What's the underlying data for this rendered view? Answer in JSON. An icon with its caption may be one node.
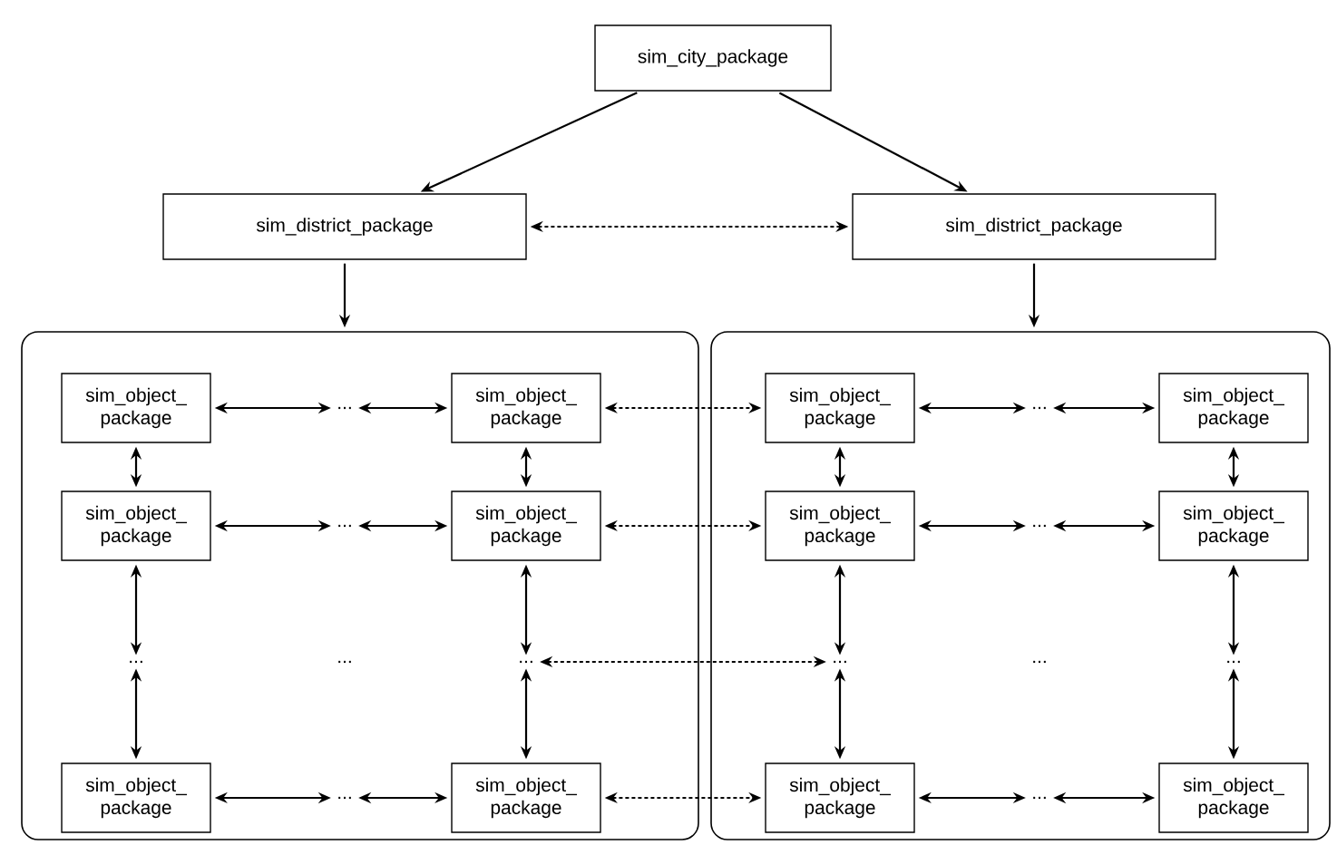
{
  "diagram": {
    "nodes": [
      {
        "text": [
          "sim_city_package"
        ]
      },
      {
        "text": [
          "sim_district_package"
        ]
      },
      {
        "text": [
          "sim_district_package"
        ]
      },
      {
        "text": [],
        "shape": "box"
      },
      {
        "text": [
          "sim_object_ package"
        ],
        "in": 3
      },
      {
        "text": [
          "..."
        ],
        "in": 3
      },
      {
        "text": [
          "sim_object_ package"
        ],
        "in": 3
      },
      {
        "text": [
          "sim_object_ package"
        ],
        "in": 3
      },
      {
        "text": [
          "..."
        ],
        "in": 3
      },
      {
        "text": [
          "sim_object_ package"
        ],
        "in": 3
      },
      {
        "text": [
          "..."
        ],
        "in": 3
      },
      {
        "text": [
          "..."
        ],
        "in": 3
      },
      {
        "text": [
          "sim_object_ package"
        ],
        "in": 3
      },
      {
        "text": [
          "..."
        ],
        "in": 3
      },
      {
        "text": [
          "sim_object_ package"
        ],
        "in": 3
      },
      {
        "text": [],
        "shape": "box"
      },
      {
        "text": [
          "sim_object_ package"
        ],
        "in": 15
      },
      {
        "text": [
          "..."
        ],
        "in": 15
      },
      {
        "text": [
          "sim_object_ package"
        ],
        "in": 15
      },
      {
        "text": [
          "sim_object_ package"
        ],
        "in": 15
      },
      {
        "text": [
          "..."
        ],
        "in": 15
      },
      {
        "text": [
          "sim_object_ package"
        ],
        "in": 15
      },
      {
        "text": [
          "..."
        ],
        "in": 15
      },
      {
        "text": [
          "..."
        ],
        "in": 15
      },
      {
        "text": [
          "sim_object_ package"
        ],
        "in": 15
      },
      {
        "text": [
          "..."
        ],
        "in": 15
      },
      {
        "text": [
          "sim_object_ package"
        ],
        "in": 15
      }
    ],
    "edges": [
      {
        "from": 0,
        "to": 1,
        "arrow": "to"
      },
      {
        "from": 0,
        "to": 2,
        "arrow": "to"
      },
      {
        "from": 1,
        "to": 2,
        "arrow": "both",
        "style": "dashed"
      },
      {
        "from": 1,
        "to": 3,
        "arrow": "to"
      },
      {
        "from": 2,
        "to": 15,
        "arrow": "to"
      },
      {
        "from": 4,
        "to": 5,
        "arrow": "both"
      },
      {
        "from": 5,
        "to": 6,
        "arrow": "both"
      },
      {
        "from": 7,
        "to": 8,
        "arrow": "both"
      },
      {
        "from": 8,
        "to": 9,
        "arrow": "both"
      },
      {
        "from": 12,
        "to": 13,
        "arrow": "both"
      },
      {
        "from": 13,
        "to": 14,
        "arrow": "both"
      },
      {
        "from": 4,
        "to": 7,
        "arrow": "both"
      },
      {
        "from": 7,
        "to": 10,
        "arrow": "both"
      },
      {
        "from": 10,
        "to": 12,
        "arrow": "both"
      },
      {
        "from": 6,
        "to": 9,
        "arrow": "both"
      },
      {
        "from": 9,
        "to": 11,
        "arrow": "both"
      },
      {
        "from": 11,
        "to": 14,
        "arrow": "both"
      },
      {
        "from": 16,
        "to": 17,
        "arrow": "both"
      },
      {
        "from": 17,
        "to": 18,
        "arrow": "both"
      },
      {
        "from": 19,
        "to": 20,
        "arrow": "both"
      },
      {
        "from": 20,
        "to": 21,
        "arrow": "both"
      },
      {
        "from": 24,
        "to": 25,
        "arrow": "both"
      },
      {
        "from": 25,
        "to": 26,
        "arrow": "both"
      },
      {
        "from": 16,
        "to": 19,
        "arrow": "both"
      },
      {
        "from": 19,
        "to": 22,
        "arrow": "both"
      },
      {
        "from": 22,
        "to": 24,
        "arrow": "both"
      },
      {
        "from": 18,
        "to": 21,
        "arrow": "both"
      },
      {
        "from": 21,
        "to": 23,
        "arrow": "both"
      },
      {
        "from": 23,
        "to": 26,
        "arrow": "both"
      },
      {
        "from": 6,
        "to": 16,
        "arrow": "both",
        "style": "dashed"
      },
      {
        "from": 9,
        "to": 19,
        "arrow": "both",
        "style": "dashed"
      },
      {
        "from": 11,
        "to": 22,
        "arrow": "both",
        "style": "dashed"
      },
      {
        "from": 14,
        "to": 24,
        "arrow": "both",
        "style": "dashed"
      }
    ],
    "labels": [
      "...",
      "..."
    ]
  }
}
